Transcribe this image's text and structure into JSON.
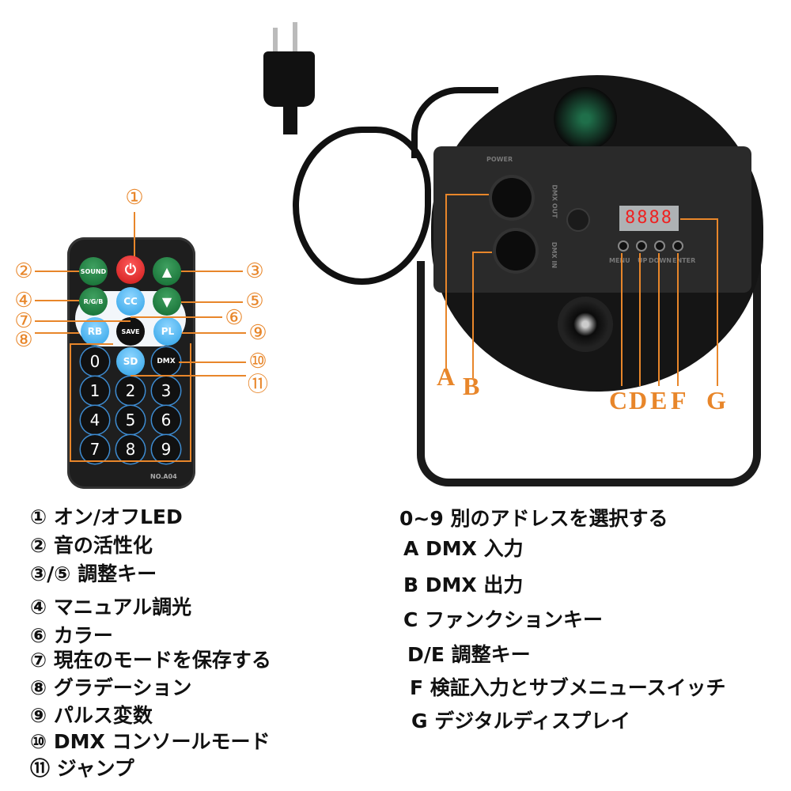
{
  "remote": {
    "buttons": {
      "sound": "SOUND",
      "power": "⏻",
      "up": "▲",
      "rgb": "R/G/B",
      "cc": "CC",
      "down": "▼",
      "rb": "RB",
      "save": "SAVE",
      "pl": "PL",
      "sd": "SD",
      "dmx": "DMX"
    },
    "digits": [
      "0",
      "1",
      "2",
      "3",
      "4",
      "5",
      "6",
      "7",
      "8",
      "9"
    ],
    "model": "NO.A04",
    "callouts": [
      "①",
      "②",
      "③",
      "④",
      "⑤",
      "⑥",
      "⑦",
      "⑧",
      "⑨",
      "⑩",
      "⑪"
    ]
  },
  "device": {
    "power_label": "POWER",
    "dmx_out_label": "DMX OUT",
    "dmx_in_label": "DMX IN",
    "display": "8888",
    "buttons": [
      "MENU",
      "UP",
      "DOWN",
      "ENTER"
    ],
    "letters": [
      "A",
      "B",
      "C",
      "D",
      "E",
      "F",
      "G"
    ]
  },
  "legend_left": [
    "① オン/オフLED",
    "② 音の活性化",
    "③/⑤ 調整キー",
    "④ マニュアル調光",
    "⑥ カラー",
    "⑦ 現在のモードを保存する",
    "⑧ グラデーション",
    "⑨ パルス変数",
    "⑩ DMX コンソールモード",
    "⑪ ジャンプ"
  ],
  "legend_right": [
    "0~9 別のアドレスを選択する",
    "A DMX 入力",
    "B DMX 出力",
    "C ファンクションキー",
    "D/E 調整キー",
    "F 検証入力とサブメニュースイッチ",
    "G デジタルディスプレイ"
  ],
  "colors": {
    "accent": "#e8862a"
  }
}
